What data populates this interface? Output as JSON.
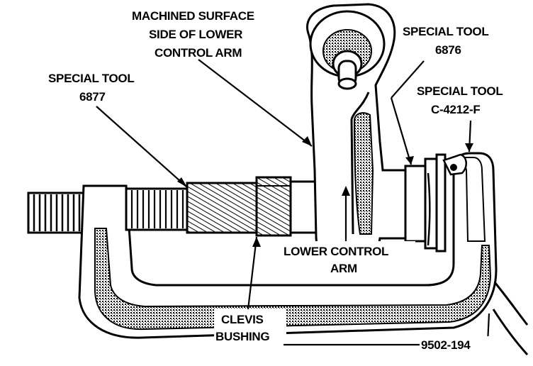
{
  "labels": {
    "machined_surface_1": "MACHINED SURFACE",
    "machined_surface_2": "SIDE OF LOWER",
    "machined_surface_3": "CONTROL ARM",
    "tool_6876_1": "SPECIAL TOOL",
    "tool_6876_2": "6876",
    "tool_6877_1": "SPECIAL TOOL",
    "tool_6877_2": "6877",
    "tool_c4212f_1": "SPECIAL TOOL",
    "tool_c4212f_2": "C-4212-F",
    "lower_control_arm_1": "LOWER CONTROL",
    "lower_control_arm_2": "ARM",
    "clevis_bushing_1": "CLEVIS",
    "clevis_bushing_2": "BUSHING",
    "figure_id": "9502-194"
  }
}
